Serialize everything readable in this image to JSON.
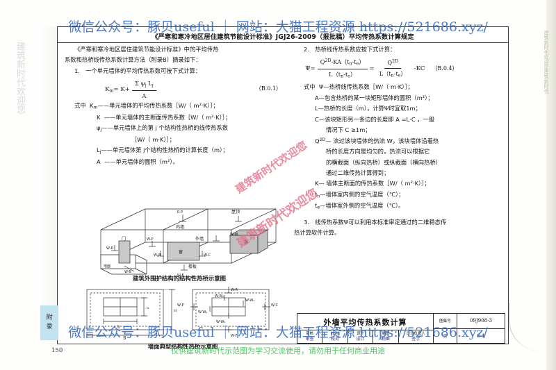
{
  "document": {
    "header_title": "《严寒和寒冷地区居住建筑节能设计标准》JGJ26-2009（报批稿）平均传热系数计算规定",
    "page_number": "150",
    "tab_label_1": "附",
    "tab_label_2": "录"
  },
  "left_column": {
    "intro_1": "《严寒和寒冷地区居住建筑节能设计标准》中的平均传热",
    "intro_2": "系数和热桥线传热系数计算方法（附录B）摘录如下：",
    "item1_heading": "1.　一个单元墙体的平均传热系数可按下式计算：",
    "formula_1": {
      "lhs": "K",
      "lhs_sub": "m",
      "eq": "=",
      "term1": "K+",
      "numerator": "Σ ψ",
      "numerator_sub": "j",
      "numerator_tail": " L",
      "numerator_sub2": "j",
      "denominator": "A",
      "number": "（B.0.1）"
    },
    "defs_label": "式中",
    "definitions": [
      {
        "sym": "K",
        "sub": "m",
        "text": "——单元墙体的平均传热系数［W/（ m²·K）］；"
      },
      {
        "sym": "K",
        "sub": "",
        "text": "——单元墙体的主断面传热系数［W/（ m²·K）］；"
      },
      {
        "sym": "ψ",
        "sub": "j",
        "text": "——单元墙体上的第 j 个结构性热桥的线传热系数"
      },
      {
        "sym": "",
        "sub": "",
        "text": "［W/（ m·K）］；",
        "indent": 6
      },
      {
        "sym": "L",
        "sub": "j",
        "text": "——单元墙体第 j个结构性热桥的计算长度（m）；"
      },
      {
        "sym": "A",
        "sub": "",
        "text": "——单元墙体的面积（m²）。"
      }
    ],
    "caption_iso": "建筑外围护结构的结构性热桥示意图",
    "caption_wall": "墙面典型结构性热桥示意图",
    "iso_labels": [
      "R-P",
      "屋顶",
      "内墙",
      "外墙",
      "W-W",
      "W-P",
      "W-C",
      "楼板",
      "W-F",
      "W-D",
      "门",
      "窗",
      "W-W",
      "W-B"
    ],
    "elev_labels_left": [
      "a",
      "b",
      "B",
      "H"
    ],
    "elev_labels_right": [
      "W-P",
      "W-R",
      "W-W₂",
      "W-W₄",
      "W-W₁",
      "W-W₃",
      "W-C",
      "W-F"
    ]
  },
  "right_column": {
    "item2_heading": "2.　热桥线传热系数应按下式计算：",
    "formula_2": {
      "lhs": "Ψ",
      "eq": "=",
      "num1": "Q",
      "num1_sup": "2D",
      "num1_tail": "-KA（t",
      "num1_sub": "n",
      "num1_tail2": "-t",
      "num1_sub2": "e",
      "num1_end": "）",
      "den1": "L（t",
      "den1_sub": "n",
      "den1_tail": "-t",
      "den1_sub2": "e",
      "den1_end": "）",
      "num2": "Q",
      "num2_sup": "2D",
      "den2": "L（t",
      "den2_sub": "n",
      "den2_tail": "-t",
      "den2_sub2": "e",
      "den2_end": "）",
      "tail": "-KC",
      "number": "（B.0.4）"
    },
    "defs_label": "式中",
    "definitions": [
      {
        "text": "Ψ—热桥线传热系数［W/（ m·K）］；",
        "indent": 1
      },
      {
        "text": "A—包含热桥的某一块矩形墙体的面积（m²）；",
        "indent": 2
      },
      {
        "text": "L—热桥的长度（m），计算Ψ时宜取1m；",
        "indent": 2
      },
      {
        "text": "C—该块矩形另一条边的长度即 A =L·C ，一般",
        "indent": 2
      },
      {
        "text": "情况下 C ≥1m；",
        "indent": 3
      },
      {
        "text": "Q²ᴰ— 流过该块墙体的热流 W，该块墙体沿着热",
        "indent": 2
      },
      {
        "text": "桥的长度方向是均匀的，热流可以根据它",
        "indent": 3
      },
      {
        "text": "的横截面（纵向热桥）或纵截面（横向热桥）",
        "indent": 3
      },
      {
        "text": "通过二维传热计算得到；",
        "indent": 3
      },
      {
        "text": "K— 墙体主断面的传热系数［W/（ m²·K）］；",
        "indent": 2
      },
      {
        "text": "tₙ—墙体室内侧的空气温度（℃）；",
        "indent": 2
      },
      {
        "text": "tₑ—墙体室外侧的空气温度（℃）。",
        "indent": 2
      }
    ],
    "item3_1": "3.　线传热系数Ψ可以利用本标准审定通过的二维稳态传",
    "item3_2": "热计算软件计算。"
  },
  "title_block": {
    "drawing_title": "外墙平均传热系数计算",
    "fields": [
      {
        "label": "审核",
        "value": "审签"
      },
      {
        "label": "校对",
        "value": "校对"
      },
      {
        "label": "设计",
        "value": "设计"
      },
      {
        "label": "制图",
        "value": "制图"
      },
      {
        "label": "设计负责人",
        "value": "签字"
      }
    ],
    "set_label": "图集号",
    "set_value": "09J908-3",
    "page_label": "页",
    "page_value": "6-1"
  },
  "watermarks": {
    "blue_top": "微信公众号：豚贝useful ｜ 网站：大猫工程资源 https://521686.xyz/",
    "blue_bottom": "微信公众号：豚贝useful ｜ 网站：大猫工程资源 https://521686.xyz/",
    "green_bottom": "仅供建筑新时代示范图为学习交流使用，请勿用于任何商业用途",
    "red_1": "建筑新时代欢迎您",
    "red_2": "建筑新时代欢迎您",
    "faint_left": "建筑新时代欢迎您",
    "edge_right": "建筑新时代欢迎您建筑新时代"
  },
  "colors": {
    "blue_watermark": "#3b6fc4",
    "green_watermark": "#2fbf4a",
    "red_watermark": "#e4738c",
    "tab": "#c3e2ef",
    "ink": "#141414"
  }
}
